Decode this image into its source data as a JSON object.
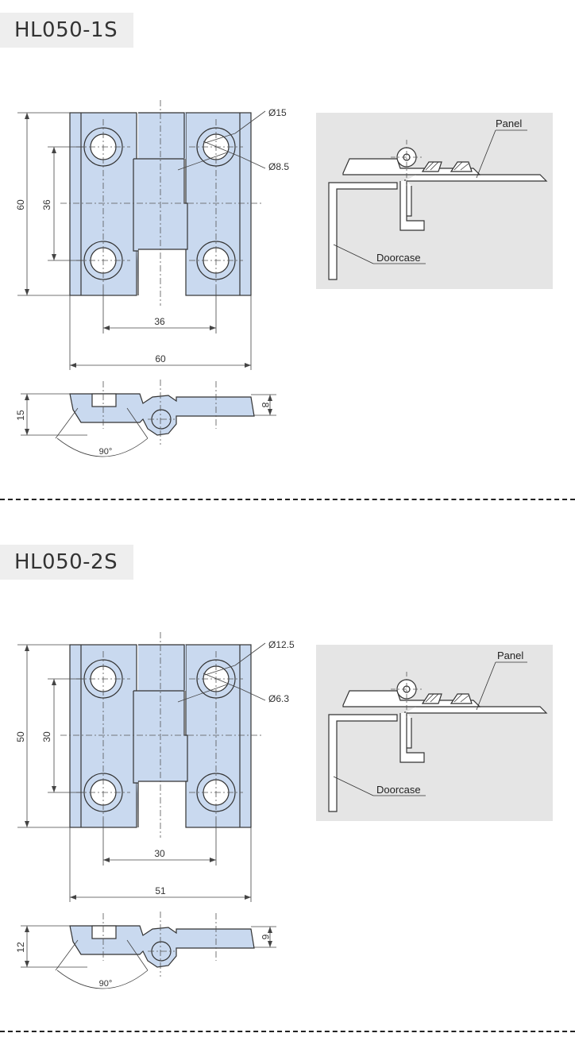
{
  "colors": {
    "part_fill": "#c9d9ef",
    "line": "#333333",
    "dim": "#555555",
    "box_fill": "#e5e5e5"
  },
  "sections": [
    {
      "model": "HL050-1S",
      "dims": {
        "outer_dia": "Ø15",
        "hole_dia": "Ø8.5",
        "height": "60",
        "hole_pitch_v": "36",
        "hole_pitch_h": "36",
        "width": "60",
        "thickness": "15",
        "leaf_thickness": "8",
        "angle": "90°"
      },
      "install": {
        "panel_label": "Panel",
        "doorcase_label": "Doorcase"
      }
    },
    {
      "model": "HL050-2S",
      "dims": {
        "outer_dia": "Ø12.5",
        "hole_dia": "Ø6.3",
        "height": "50",
        "hole_pitch_v": "30",
        "hole_pitch_h": "30",
        "width": "51",
        "thickness": "12",
        "leaf_thickness": "6",
        "angle": "90°"
      },
      "install": {
        "panel_label": "Panel",
        "doorcase_label": "Doorcase"
      }
    }
  ]
}
